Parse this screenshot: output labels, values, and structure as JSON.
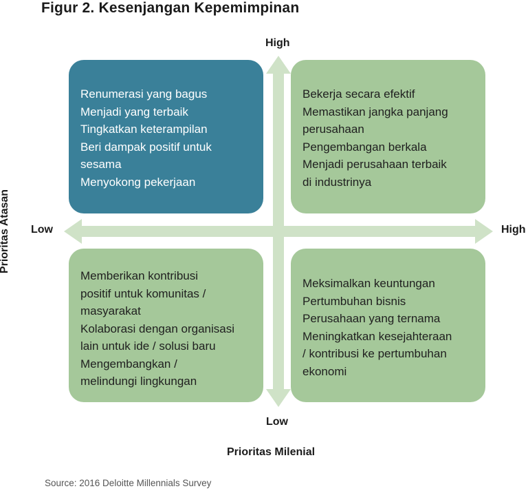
{
  "title": "Figur 2. Kesenjangan Kepemimpinan",
  "colors": {
    "blue_quadrant": "#3a8099",
    "green_quadrant": "#a5c89a",
    "arrow": "#cfe2c7"
  },
  "axes": {
    "y_label": "Prioritas Atasan",
    "x_label": "Prioritas Milenial",
    "top": "High",
    "bottom": "Low",
    "left": "Low",
    "right": "High"
  },
  "quadrants": {
    "top_left": {
      "lines": [
        "Renumerasi yang bagus",
        "Menjadi yang terbaik",
        "Tingkatkan keterampilan",
        "Beri dampak positif untuk",
        "sesama",
        "Menyokong pekerjaan"
      ]
    },
    "top_right": {
      "lines": [
        "Bekerja secara efektif",
        "Memastikan jangka panjang",
        "perusahaan",
        "Pengembangan berkala",
        "Menjadi perusahaan terbaik",
        "di industrinya"
      ]
    },
    "bottom_left": {
      "lines": [
        "Memberikan kontribusi",
        "positif untuk komunitas /",
        "masyarakat",
        "Kolaborasi dengan organisasi",
        "lain untuk ide / solusi baru",
        "Mengembangkan /",
        "melindungi lingkungan"
      ]
    },
    "bottom_right": {
      "lines": [
        "Meksimalkan keuntungan",
        "Pertumbuhan bisnis",
        "Perusahaan yang ternama",
        "Meningkatkan kesejahteraan",
        "/ kontribusi ke pertumbuhan",
        "ekonomi"
      ]
    }
  },
  "source": "Source: 2016 Deloitte  Millennials Survey"
}
